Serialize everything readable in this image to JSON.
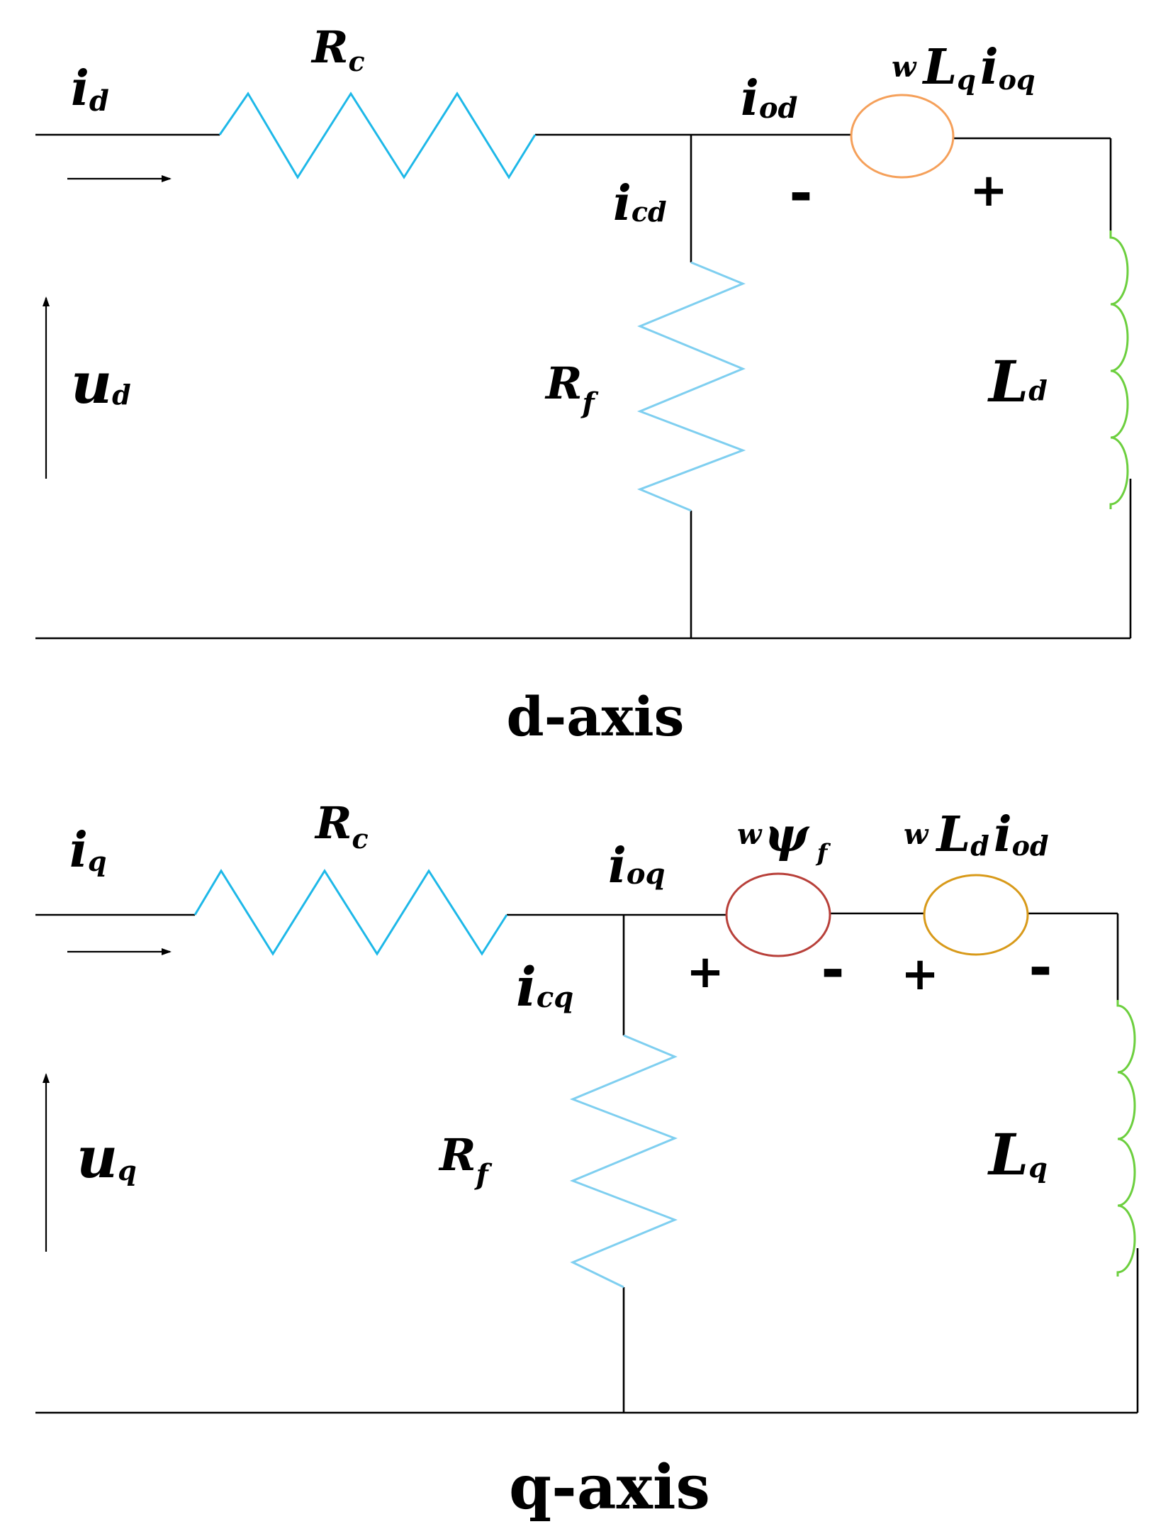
{
  "colors": {
    "resistor": "#1eb8e8",
    "resistor_shunt": "#7fcff0",
    "inductor": "#6ccf3e",
    "source_d": "#f5a05a",
    "source_q_1": "#b8403a",
    "source_q_2": "#d89a1a",
    "wire": "#000000"
  },
  "d_axis": {
    "caption": "d-axis",
    "i": {
      "base": "i",
      "sub": "d"
    },
    "u": {
      "base": "u",
      "sub": "d"
    },
    "Rc": {
      "base": "R",
      "sub": "c"
    },
    "Rf": {
      "base": "R",
      "sub": "f"
    },
    "ic": {
      "base": "i",
      "sub": "cd"
    },
    "io": {
      "base": "i",
      "sub": "od"
    },
    "L": {
      "base": "L",
      "sub": "d"
    },
    "source": {
      "w": "w",
      "L": "L",
      "Lsub": "q",
      "i": "i",
      "isub": "oq"
    },
    "source_left_sign": "-",
    "source_right_sign": "+"
  },
  "q_axis": {
    "caption": "q-axis",
    "i": {
      "base": "i",
      "sub": "q"
    },
    "u": {
      "base": "u",
      "sub": "q"
    },
    "Rc": {
      "base": "R",
      "sub": "c"
    },
    "Rf": {
      "base": "R",
      "sub": "f"
    },
    "ic": {
      "base": "i",
      "sub": "cq"
    },
    "io": {
      "base": "i",
      "sub": "oq"
    },
    "L": {
      "base": "L",
      "sub": "q"
    },
    "source1": {
      "w": "w",
      "psi": "ψ",
      "sub": "f"
    },
    "source2": {
      "w": "w",
      "L": "L",
      "Lsub": "d",
      "i": "i",
      "isub": "od"
    },
    "signs": [
      "+",
      "-",
      "+",
      "-"
    ]
  }
}
